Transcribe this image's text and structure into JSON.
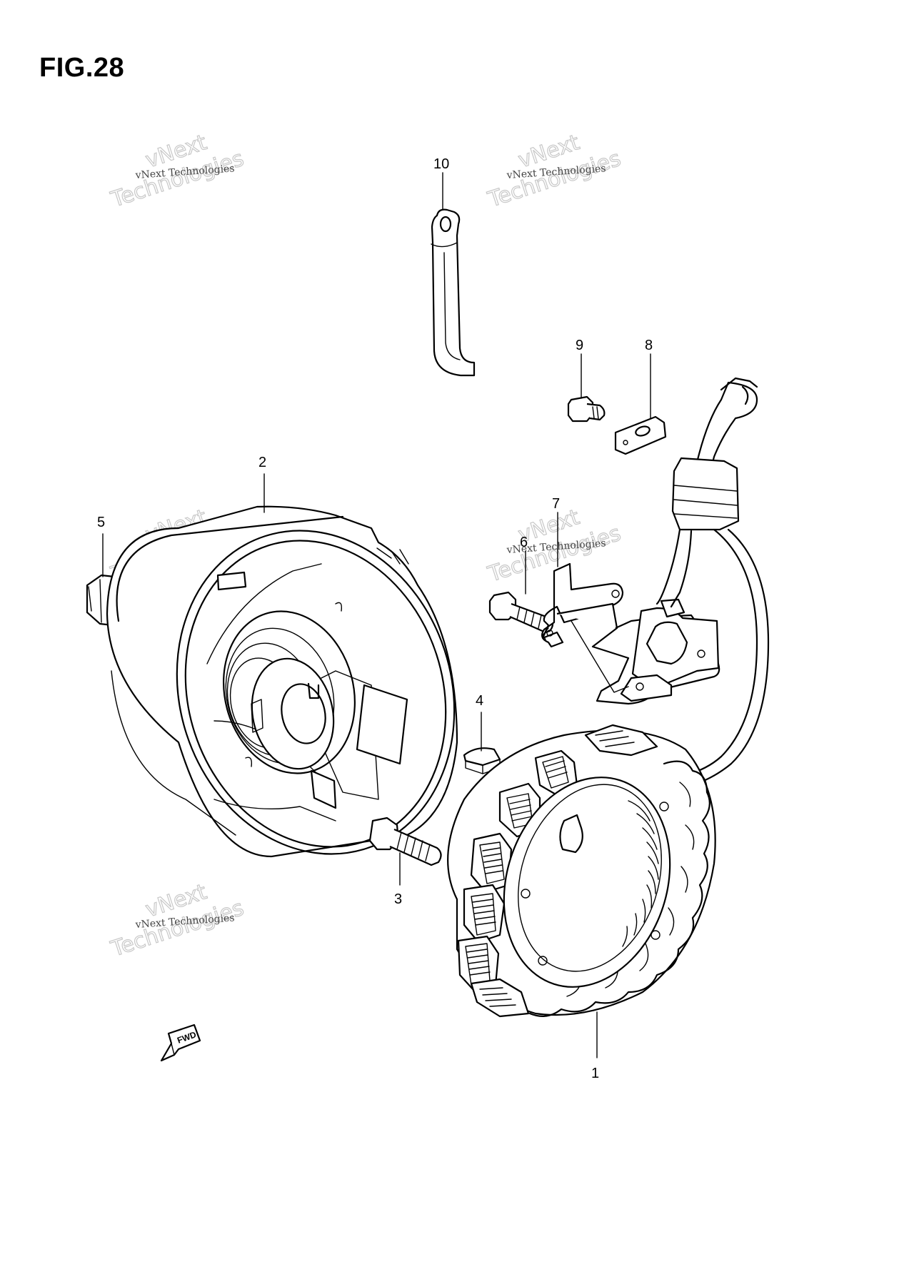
{
  "figure": {
    "title": "FIG.28"
  },
  "watermark": {
    "small": "vNext Technologies",
    "big_top": "vNext",
    "big_bottom": "Technologies"
  },
  "direction_marker": {
    "label": "FWD"
  },
  "callouts": [
    {
      "id": "1",
      "part": "stator"
    },
    {
      "id": "2",
      "part": "rotor"
    },
    {
      "id": "3",
      "part": "bolt"
    },
    {
      "id": "4",
      "part": "key"
    },
    {
      "id": "5",
      "part": "nut"
    },
    {
      "id": "6",
      "part": "bolt"
    },
    {
      "id": "7",
      "part": "bracket"
    },
    {
      "id": "8",
      "part": "plate"
    },
    {
      "id": "9",
      "part": "bolt"
    },
    {
      "id": "10",
      "part": "clamp"
    }
  ]
}
